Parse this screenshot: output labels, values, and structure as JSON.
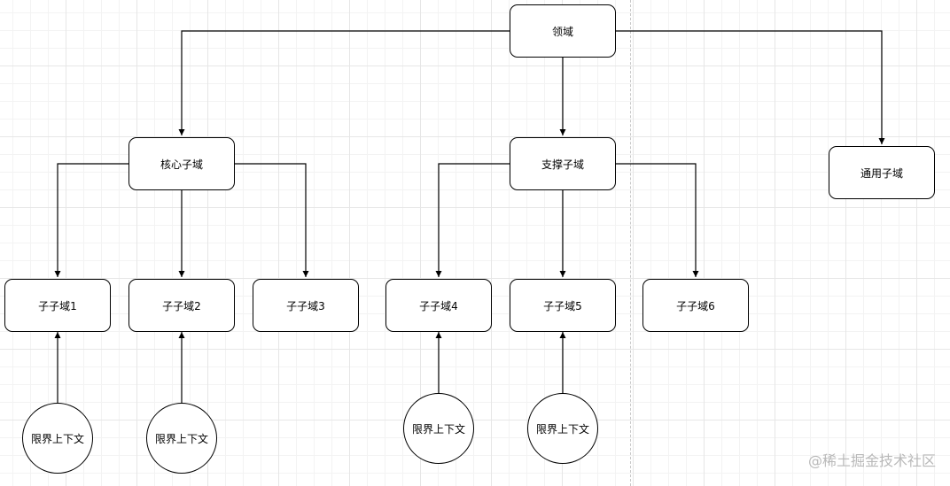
{
  "diagram": {
    "root": "领域",
    "subdomains": {
      "core": "核心子域",
      "support": "支撑子域",
      "generic": "通用子域"
    },
    "children": [
      "子子域1",
      "子子域2",
      "子子域3",
      "子子域4",
      "子子域5",
      "子子域6"
    ],
    "bounded_context": "限界上下文"
  },
  "watermark": "@稀土掘金技术社区"
}
